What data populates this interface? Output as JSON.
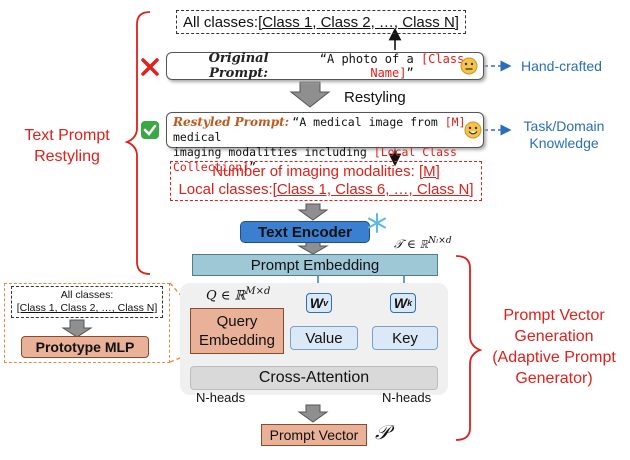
{
  "top_box": {
    "prefix": "All classes:",
    "list": "[Class 1, Class 2, …, Class N]"
  },
  "original_prompt": {
    "label": "Original Prompt:",
    "text_a": "“A photo of a ",
    "placeholder": "[Class Name]",
    "text_b": "”",
    "result_label": "Hand-crafted"
  },
  "restyling_label": "Restyling",
  "restyled_prompt": {
    "label": "Restyled Prompt:",
    "line1_a": "“A medical image from ",
    "line1_m": "[M]",
    "line1_b": " medical",
    "line2_a": "imaging modalities including ",
    "line2_collection": "[Local Class Collection]",
    "line2_b": "”",
    "result_label_1": "Task/Domain",
    "result_label_2": "Knowledge"
  },
  "modalities_box": {
    "line1_prefix": "Number of imaging modalities: ",
    "line1_value": "[M]",
    "line2_prefix": "Local classes:",
    "line2_list": "[Class 1, Class 6, …, Class N]"
  },
  "text_encoder": "Text Encoder",
  "prompt_embedding": "Prompt Embedding",
  "t_symbol": "𝒯 ∈ ℝ",
  "t_sup": "Nₗ×d",
  "left_section": {
    "line1": "Text Prompt",
    "line2": "Restyling"
  },
  "inset": {
    "line1": "All classes:",
    "line2": "[Class 1, Class 2, …, Class N]",
    "mlp": "Prototype MLP"
  },
  "q_symbol": "Q ∈ ℝ",
  "q_sup": "M×d",
  "query_embedding": {
    "line1": "Query",
    "line2": "Embedding"
  },
  "wv": "W",
  "wv_sub": "v",
  "wk": "W",
  "wk_sub": "k",
  "value": "Value",
  "key": "Key",
  "cross_attention": "Cross-Attention",
  "n_heads_left": "N-heads",
  "n_heads_right": "N-heads",
  "prompt_vector": "Prompt Vector",
  "p_symbol": "𝒫",
  "right_section": {
    "line1": "Prompt Vector",
    "line2": "Generation",
    "line3": "(Adaptive Prompt",
    "line4": "Generator)"
  },
  "colors": {
    "red": "#e0201b",
    "blue": "#2a6ebc",
    "encoder_blue": "#3a7fd0",
    "embedding_teal": "#9fc8d7",
    "light_blue": "#dbe9f6",
    "salmon": "#e9b197",
    "orange": "#e8894a",
    "gray_panel": "#f0f0f0"
  },
  "icons": [
    "cross-icon",
    "check-icon",
    "neutral-face-icon",
    "happy-face-icon",
    "snowflake-icon"
  ]
}
